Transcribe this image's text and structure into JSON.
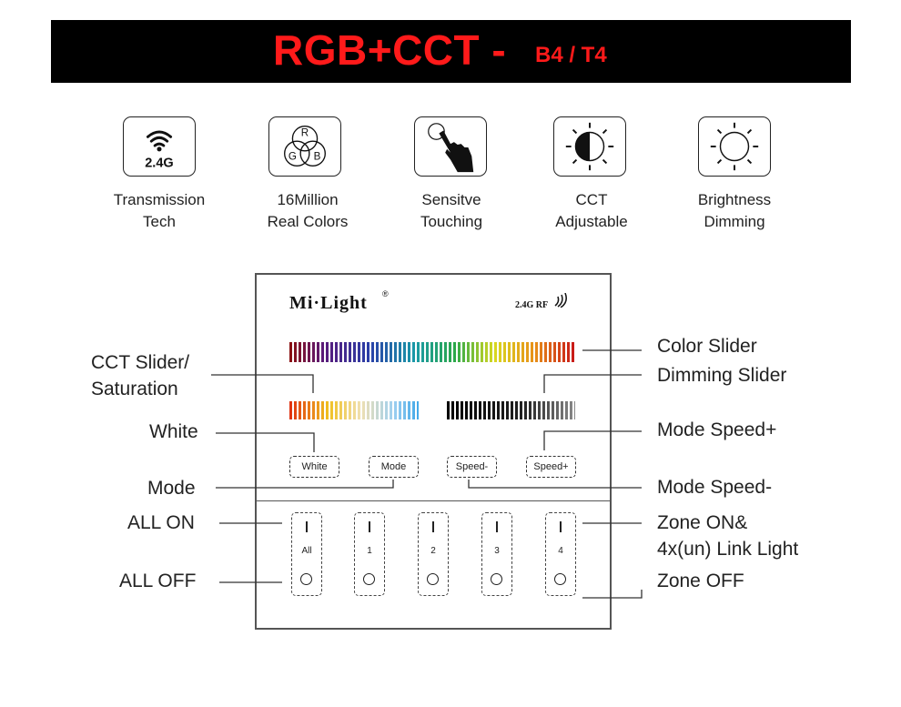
{
  "header": {
    "title": "RGB+CCT -",
    "subtitle": "B4 / T4",
    "color_bg": "#000000",
    "color_text": "#ff1a1a"
  },
  "features": [
    {
      "icon": "wifi-2.4g-icon",
      "icon_text": "2.4G",
      "line1": "Transmission",
      "line2": "Tech"
    },
    {
      "icon": "rgb-circles-icon",
      "icon_letters": [
        "R",
        "G",
        "B"
      ],
      "line1": "16Million",
      "line2": "Real Colors"
    },
    {
      "icon": "touch-hand-icon",
      "line1": "Sensitve",
      "line2": "Touching"
    },
    {
      "icon": "cct-half-sun-icon",
      "line1": "CCT",
      "line2": "Adjustable"
    },
    {
      "icon": "brightness-sun-icon",
      "line1": "Brightness",
      "line2": "Dimming"
    }
  ],
  "panel": {
    "brand": "Mi·Light",
    "brand_mark": "®",
    "rf_label": "2.4G RF",
    "buttons": [
      "White",
      "Mode",
      "Speed-",
      "Speed+"
    ],
    "zones": [
      "All",
      "1",
      "2",
      "3",
      "4"
    ]
  },
  "callouts": {
    "left": {
      "cct_line1": "CCT Slider/",
      "cct_line2": "Saturation",
      "white": "White",
      "mode": "Mode",
      "all_on": "ALL ON",
      "all_off": "ALL OFF"
    },
    "right": {
      "color_slider": "Color Slider",
      "dimming_slider": "Dimming Slider",
      "mode_speed_plus": "Mode Speed+",
      "mode_speed_minus": "Mode Speed-",
      "zone_on_line1": "Zone ON&",
      "zone_on_line2": "4x(un) Link Light",
      "zone_off": "Zone OFF"
    }
  }
}
